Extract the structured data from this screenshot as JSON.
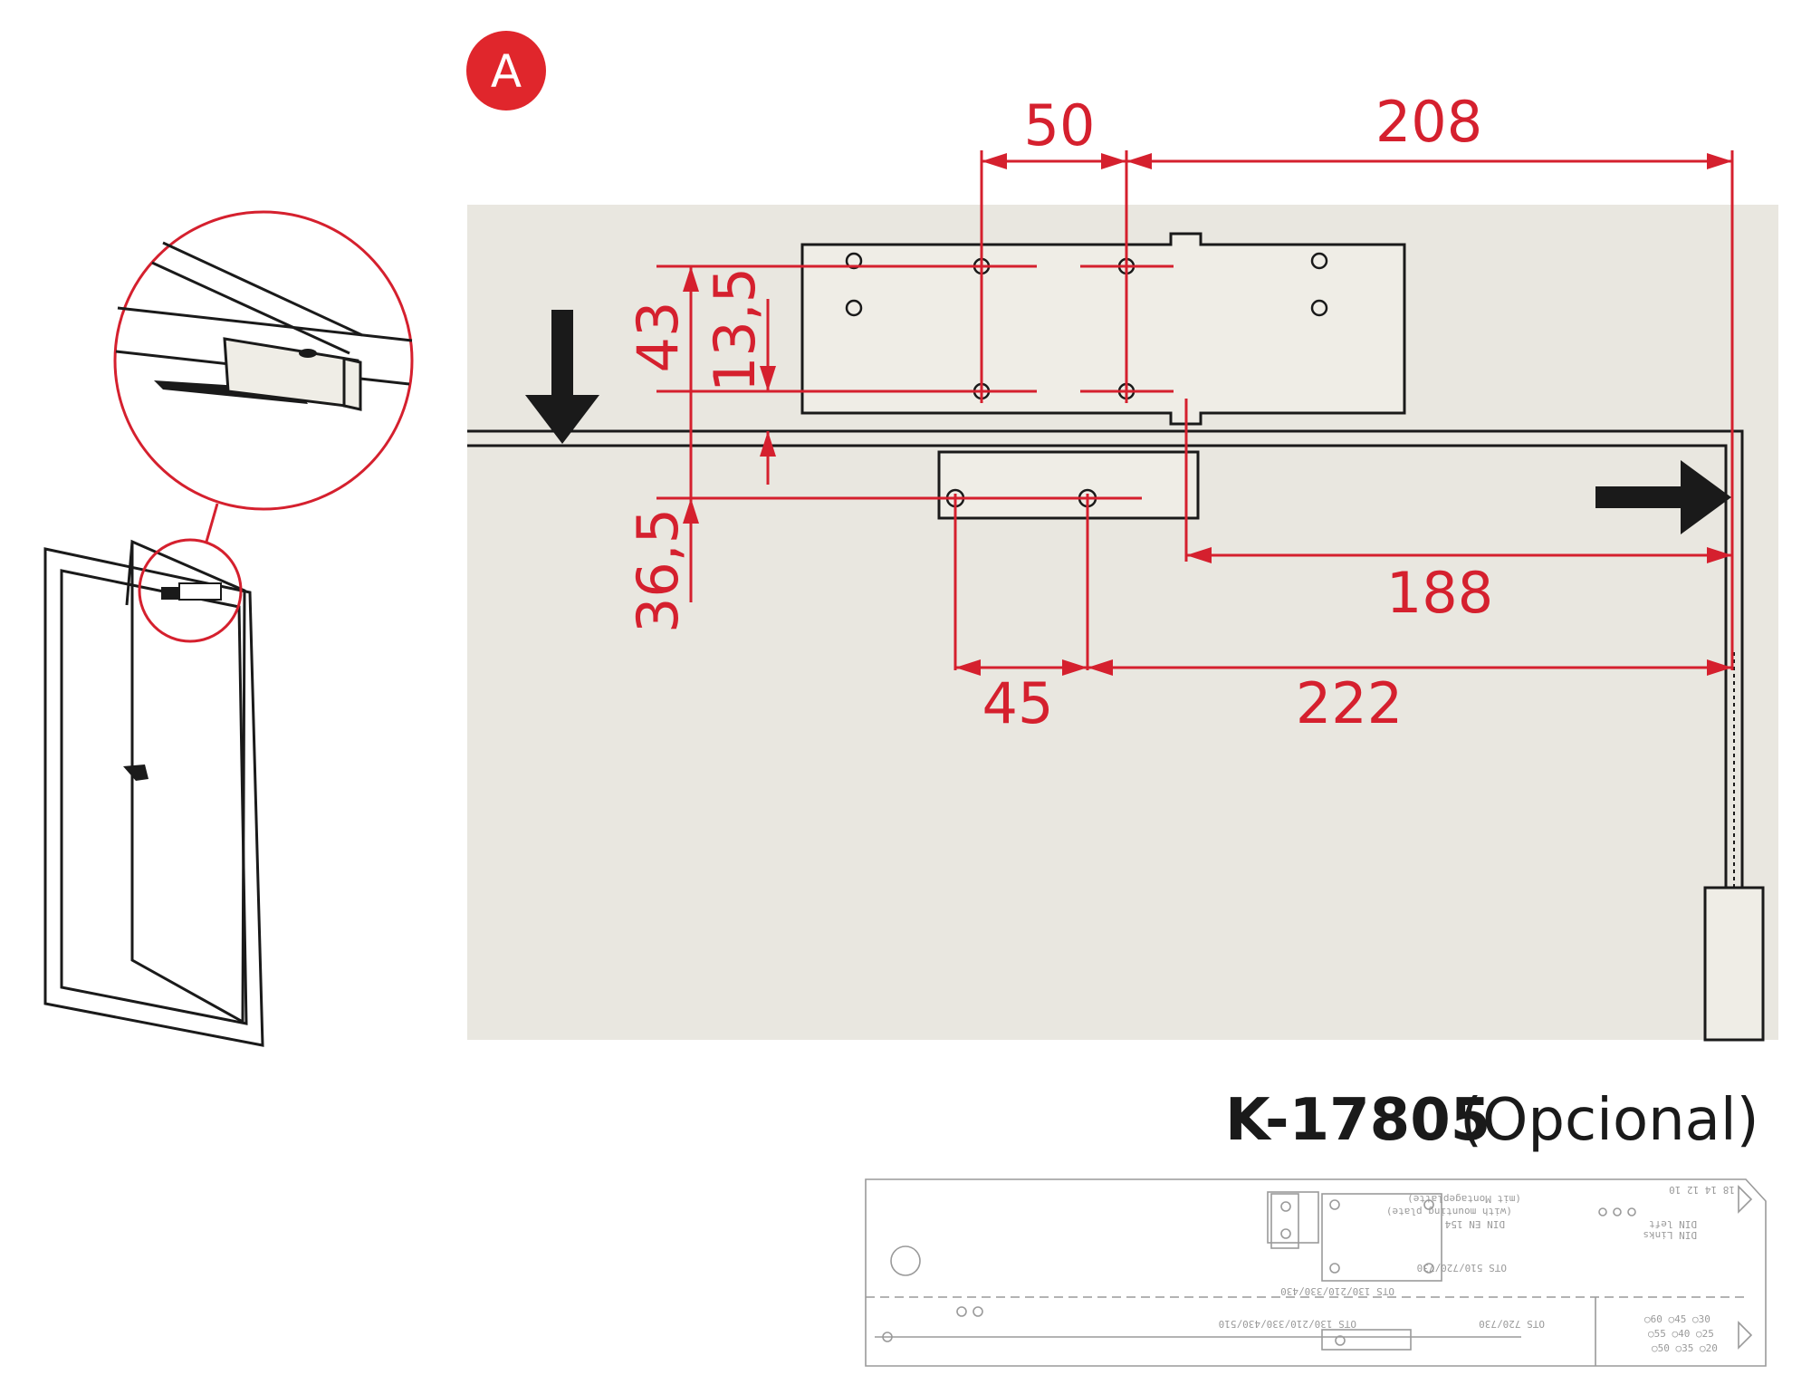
{
  "badge": {
    "label": "A",
    "color": "#e0262c"
  },
  "colors": {
    "dimension": "#d5202e",
    "background_panel": "#e9e7e0",
    "lines": "#1a1a1a"
  },
  "dimensions": {
    "top_left": "50",
    "top_right": "208",
    "vertical_left": "43",
    "vertical_inner": "13,5",
    "vertical_lower": "36,5",
    "bottom_upper": "188",
    "bottom_left": "45",
    "bottom_right": "222"
  },
  "icons": [
    "arrow-down-icon",
    "arrow-right-icon",
    "door-icon",
    "magnifier-detail-icon"
  ],
  "product": {
    "code": "K-17805",
    "note": "(Opcional)"
  },
  "plate_labels": {
    "ots_a": "OTS 130/210/330/430",
    "ots_b": "OTS 510/720/730",
    "din_en": "DIN EN 154",
    "mount": "(with mounting plate)",
    "mount_de": "(mit Montageplatte)",
    "din_left": "DIN left",
    "din_links": "DIN Links",
    "ots_c": "OTS 130/210/330/430/510",
    "ots_d": "OTS 720/730",
    "nums_a": "○60 ○45 ○30",
    "nums_b": "○55 ○40 ○25",
    "nums_c": "○50 ○35 ○20",
    "nums_side": "18 14 12 10"
  }
}
